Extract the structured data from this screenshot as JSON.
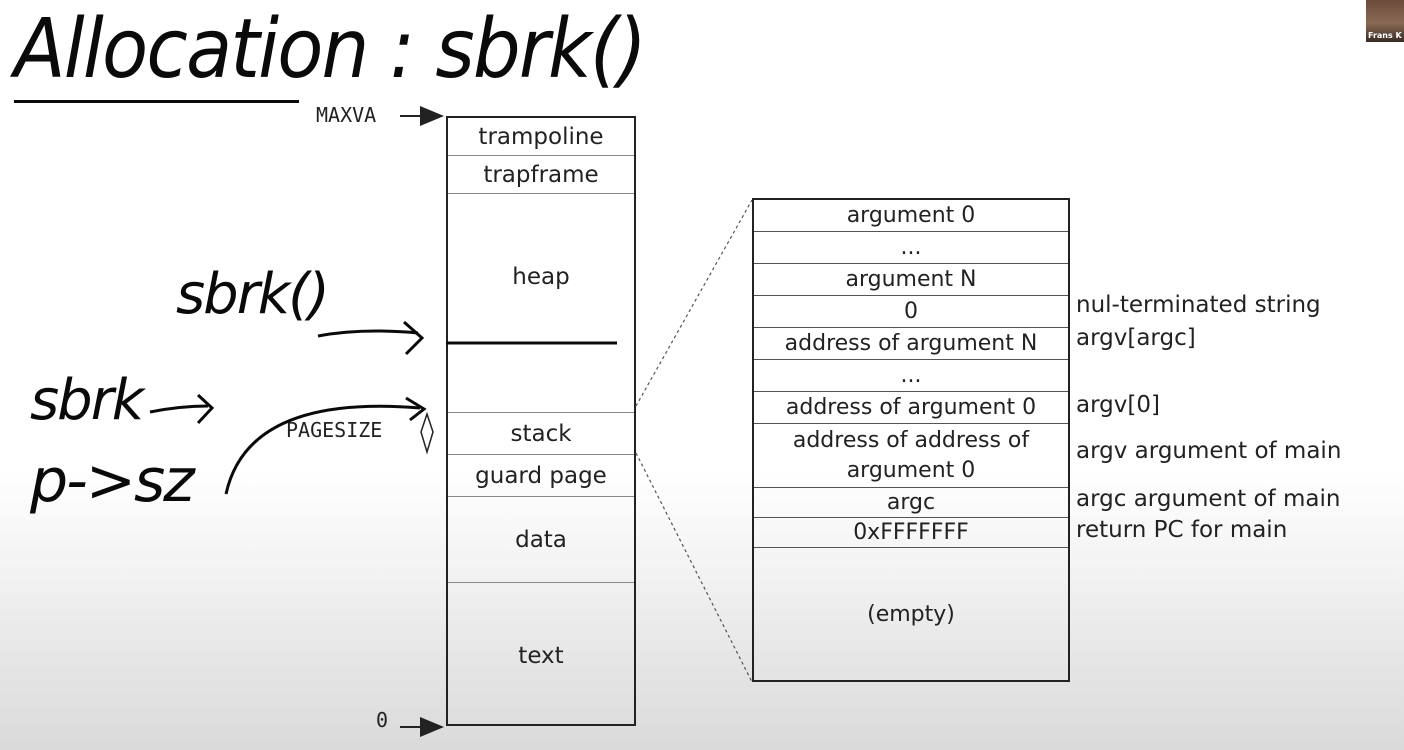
{
  "title": "Allocation : sbrk()",
  "annotations": {
    "sbrk_call": "sbrk()",
    "sbrk": "sbrk",
    "p_sz": "p->sz"
  },
  "labels": {
    "maxva": "MAXVA",
    "zero": "0",
    "pagesize": "PAGESIZE"
  },
  "memory_layout": [
    {
      "label": "trampoline"
    },
    {
      "label": "trapframe"
    },
    {
      "label": "heap"
    },
    {
      "label": "stack"
    },
    {
      "label": "guard page"
    },
    {
      "label": "data"
    },
    {
      "label": "text"
    }
  ],
  "stack_detail": [
    {
      "cell": "argument 0",
      "note": ""
    },
    {
      "cell": "...",
      "note": ""
    },
    {
      "cell": "argument N",
      "note": ""
    },
    {
      "cell": "0",
      "note": "nul-terminated string"
    },
    {
      "cell": "address of argument N",
      "note": "argv[argc]"
    },
    {
      "cell": "...",
      "note": ""
    },
    {
      "cell": "address of argument 0",
      "note": "argv[0]"
    },
    {
      "cell": "address of address of argument 0",
      "note": "argv argument of main"
    },
    {
      "cell": "argc",
      "note": "argc argument of main"
    },
    {
      "cell": "0xFFFFFFF",
      "note": "return PC for main"
    },
    {
      "cell": "(empty)",
      "note": ""
    }
  ],
  "participant": {
    "name": "Frans K"
  }
}
